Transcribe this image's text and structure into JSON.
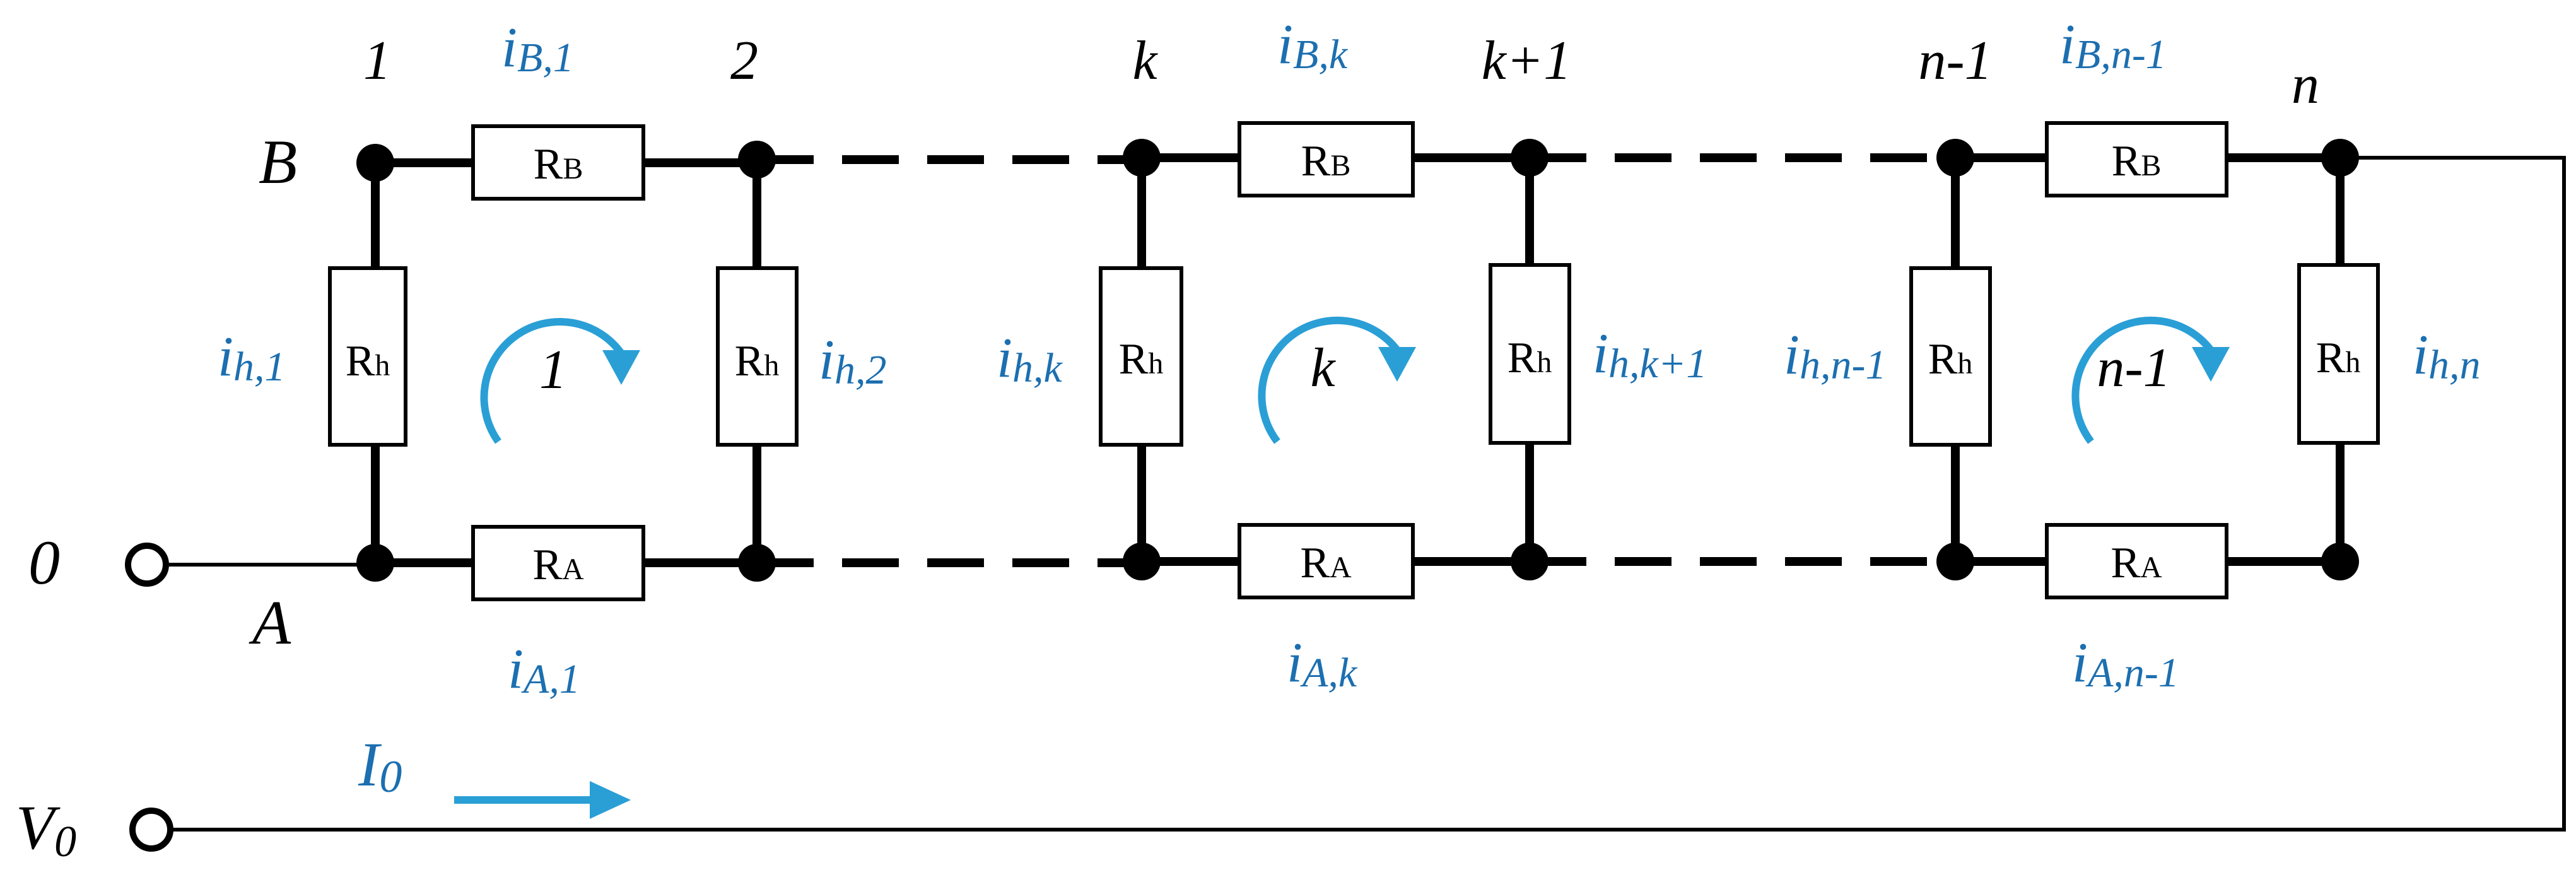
{
  "diagram": {
    "nodes": {
      "top": [
        "1",
        "2",
        "k",
        "k+1",
        "n-1",
        "n"
      ],
      "rail_B": "B",
      "rail_A": "A"
    },
    "terminals": {
      "zero": "0",
      "v0": "V",
      "v0_sub": "0"
    },
    "resistors": {
      "B": {
        "main": "R",
        "sub": "B"
      },
      "A": {
        "main": "R",
        "sub": "A"
      },
      "h": {
        "main": "R",
        "sub": "h"
      }
    },
    "currents": {
      "branch_B": [
        {
          "main": "i",
          "sub": "B,1"
        },
        {
          "main": "i",
          "sub": "B,k"
        },
        {
          "main": "i",
          "sub": "B,n-1"
        }
      ],
      "branch_A": [
        {
          "main": "i",
          "sub": "A,1"
        },
        {
          "main": "i",
          "sub": "A,k"
        },
        {
          "main": "i",
          "sub": "A,n-1"
        }
      ],
      "vertical_h": [
        {
          "main": "i",
          "sub": "h,1"
        },
        {
          "main": "i",
          "sub": "h,2"
        },
        {
          "main": "i",
          "sub": "h,k"
        },
        {
          "main": "i",
          "sub": "h,k+1"
        },
        {
          "main": "i",
          "sub": "h,n-1"
        },
        {
          "main": "i",
          "sub": "h,n"
        }
      ],
      "source": {
        "main": "I",
        "sub": "0"
      }
    },
    "loops": [
      "1",
      "k",
      "n-1"
    ],
    "colors": {
      "wire": "#000000",
      "current_label": "#1c6fb0",
      "loop_arrow": "#2a9fd6"
    }
  }
}
